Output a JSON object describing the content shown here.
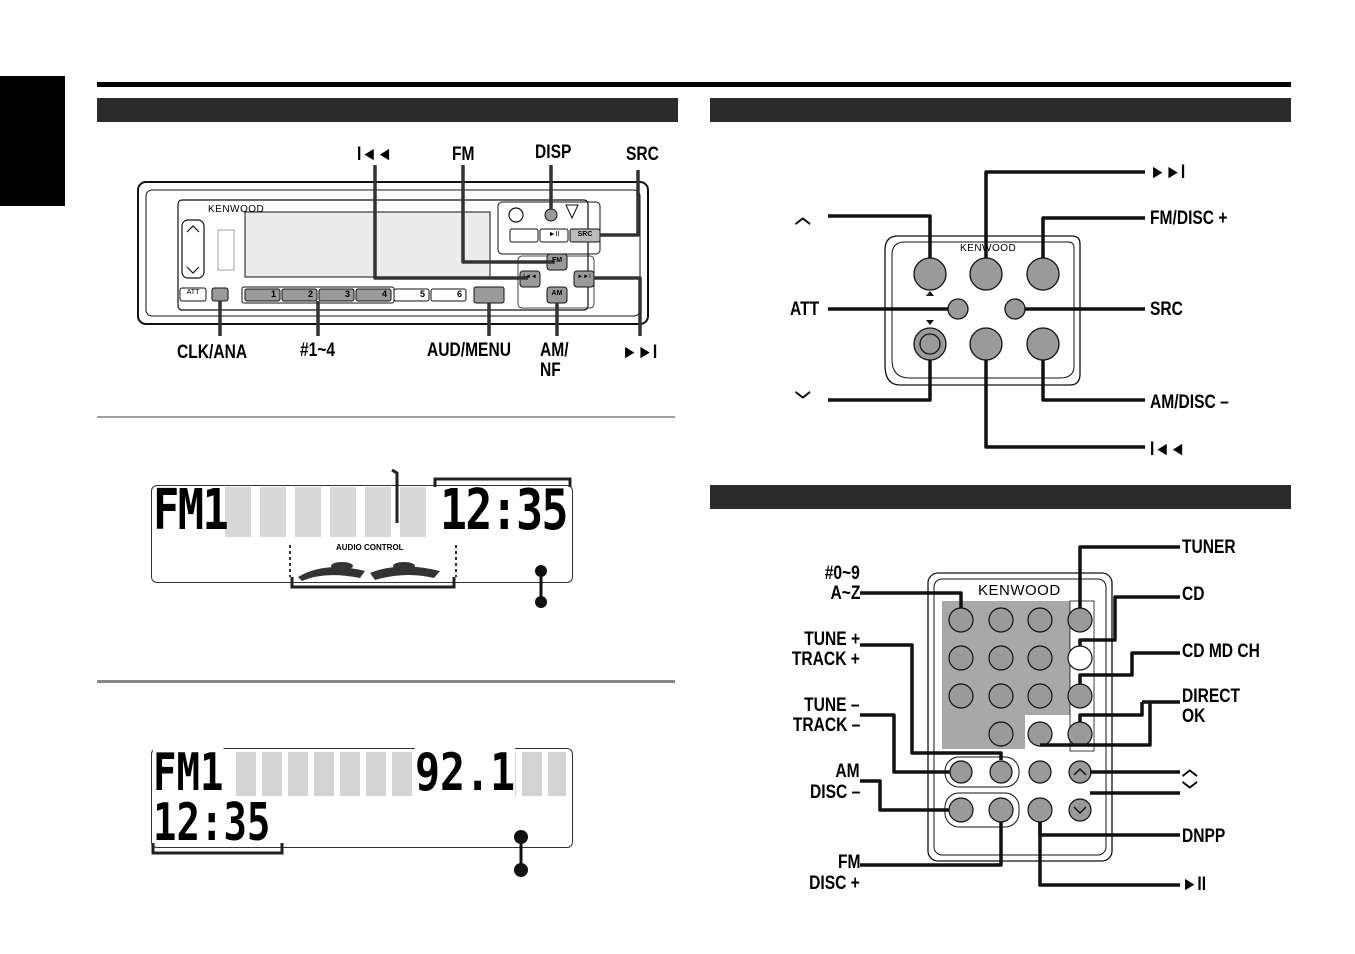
{
  "top_labels": {
    "prev": "I◄◄",
    "fm": "FM",
    "disp": "DISP",
    "src": "SRC"
  },
  "bottom_labels": {
    "clk": "CLK/ANA",
    "presets": "#1~4",
    "aud": "AUD/MENU",
    "am_1": "AM/",
    "am_2": "NF",
    "next": "►►I"
  },
  "faceplate": {
    "brand": "KENWOOD",
    "att": "ATT",
    "presets": [
      "1",
      "2",
      "3",
      "4",
      "5",
      "6"
    ],
    "src_btn": "SRC",
    "fm_btn": "FM",
    "am_btn": "AM",
    "prev_btn": "I◄◄",
    "next_btn": "►►I",
    "play_btn": "►II"
  },
  "display1": {
    "source": "FM1",
    "clock": "12:35",
    "caption": "AUDIO CONTROL"
  },
  "display2": {
    "source": "FM1",
    "frequency": "92.1",
    "clock": "12:35"
  },
  "remote1": {
    "brand": "KENWOOD",
    "up": "︿",
    "next": "►►I",
    "fm_disc": "FM/DISC +",
    "att": "ATT",
    "src": "SRC",
    "down": "﹀",
    "am_disc": "AM/DISC –",
    "prev": "I◄◄"
  },
  "remote2": {
    "brand": "KENWOOD",
    "num_1": "#0~9",
    "num_2": "A~Z",
    "tune_plus_1": "TUNE +",
    "tune_plus_2": "TRACK +",
    "tune_minus_1": "TUNE –",
    "tune_minus_2": "TRACK –",
    "am_1": "AM",
    "am_2": "DISC –",
    "fm_1": "FM",
    "fm_2": "DISC +",
    "tuner": "TUNER",
    "cd": "CD",
    "cd_md": "CD   MD CH",
    "direct_1": "DIRECT",
    "direct_2": "OK",
    "up": "︿",
    "down": "﹀",
    "dnpp": "DNPP",
    "play": "►II"
  }
}
